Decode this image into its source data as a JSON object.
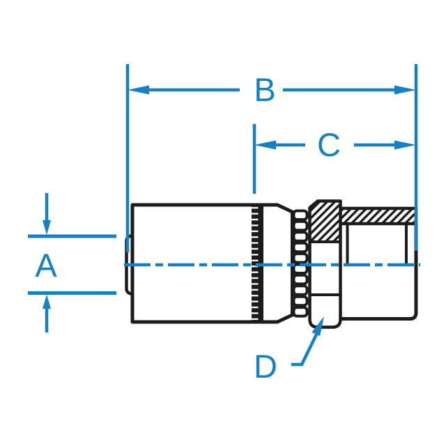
{
  "diagram": {
    "type": "engineering-dimension-drawing",
    "subject": "crimp hose fitting with female swivel nut, half-section view"
  },
  "dimensions": {
    "a": {
      "label": "A",
      "kind": "vertical-diameter-dimension"
    },
    "b": {
      "label": "B",
      "kind": "horizontal-length-dimension"
    },
    "c": {
      "label": "C",
      "kind": "horizontal-length-dimension"
    },
    "d": {
      "label": "D",
      "kind": "leader-callout"
    }
  },
  "colors": {
    "accent": "#1580c6",
    "ink": "#1c1c1c",
    "background": "#ffffff"
  }
}
